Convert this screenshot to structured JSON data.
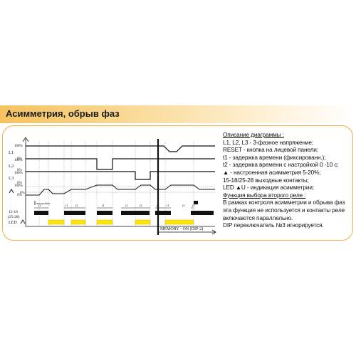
{
  "banner": {
    "title": "Асимметрия, обрыв фаз"
  },
  "diagram": {
    "row_labels": [
      "L1",
      "L2",
      "L3",
      "0%",
      "15-18",
      "(25-28)",
      "LED"
    ],
    "level_labels": [
      "100%",
      "0%",
      "100%",
      "0%",
      "100%",
      "0%",
      "100%",
      "0%"
    ],
    "asym_level_label": "0%",
    "timing_labels": [
      "t1",
      "t1",
      "t2",
      "t1",
      "t1",
      "t2",
      "t2",
      "t1",
      "t2",
      "t1"
    ],
    "annotation": "настройка",
    "memory_label": "MEMORY - ON (DIP-2)"
  },
  "description": {
    "heading": "Описание диаграммы :",
    "lines": [
      "L1, L2, L3 - 3-фазное напряжение;",
      "RESET - кнопка на лицевой панели;",
      "t1 - задержка времени (фиксированн.);",
      "t2 - задержка времени с настройкой 0 -10 с;",
      "▲ - настроенная асимметрия 5-20%;",
      "15-18/25-28 выходные контакты;",
      "LED ▲U - индикация асимметрии;"
    ],
    "second_relay_heading": "Функция выбора второго реле :",
    "second_relay_text": "В рамках контроля асимметрии и обрыва фаз эта функция не используется и контакты реле включаются параллельно.",
    "dip_note": "DIP переключатель №3 игнорируется."
  },
  "colors": {
    "accent": "#f0b045",
    "led": "#ffe600",
    "relay": "#111111"
  }
}
